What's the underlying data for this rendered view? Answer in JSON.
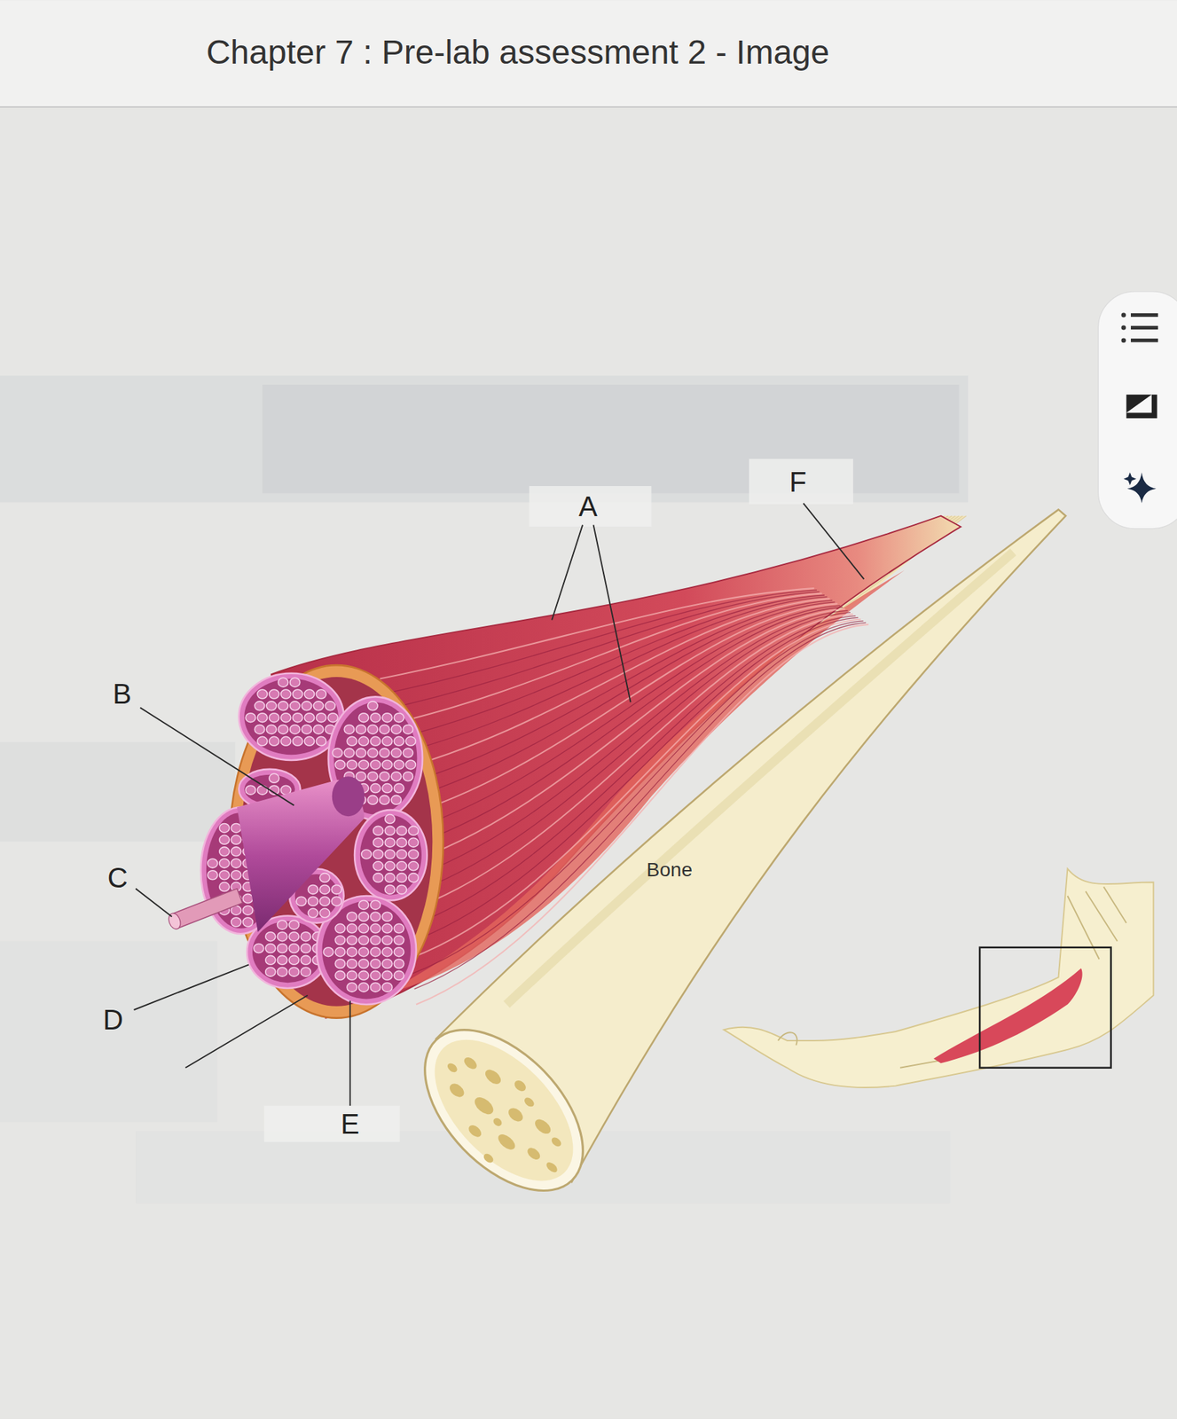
{
  "diagram": {
    "title": "Chapter 7 : Pre-lab assessment 2 - Image",
    "labels": [
      "A",
      "B",
      "C",
      "D",
      "E",
      "F",
      "Bone"
    ]
  }
}
